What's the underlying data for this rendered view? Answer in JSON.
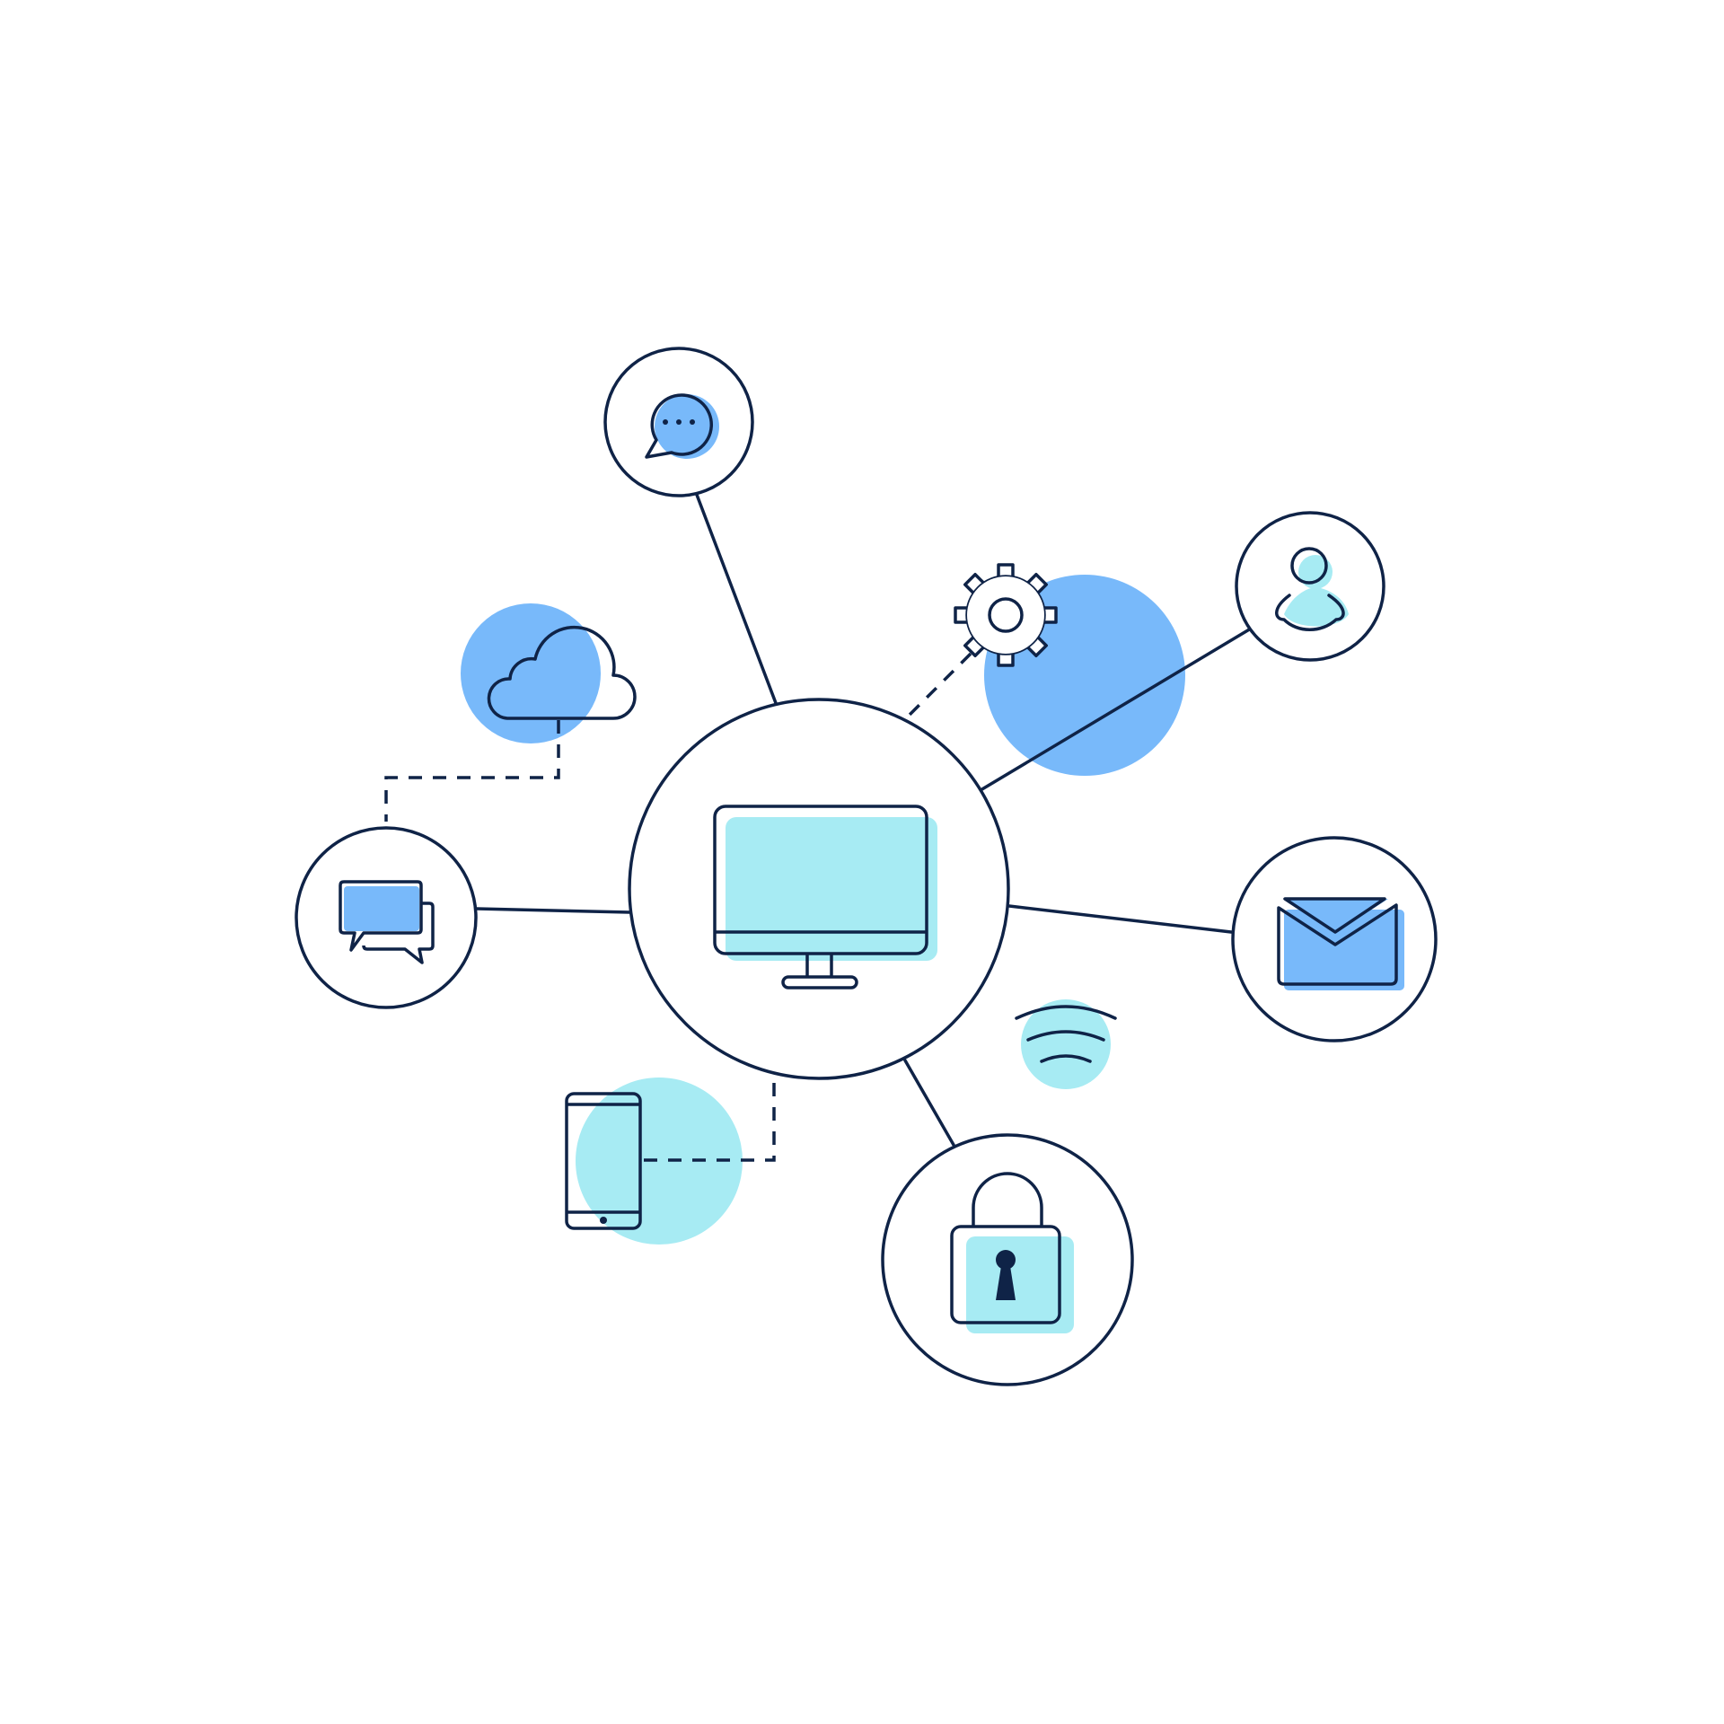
{
  "colors": {
    "background": "#ffffff",
    "stroke": "#0f2347",
    "accent_blue": "#78b9fa",
    "accent_cyan": "#a7ebf3",
    "node_fill": "#ffffff"
  },
  "hub": {
    "icon": "monitor-icon"
  },
  "nodes": [
    {
      "id": "chat",
      "icon": "chat-bubble-icon",
      "link": "solid"
    },
    {
      "id": "user",
      "icon": "user-icon",
      "link": "solid"
    },
    {
      "id": "mail",
      "icon": "envelope-icon",
      "link": "solid"
    },
    {
      "id": "lock",
      "icon": "padlock-icon",
      "link": "solid"
    },
    {
      "id": "messages",
      "icon": "message-bubbles-icon",
      "link": "solid"
    }
  ],
  "floating_items": [
    {
      "id": "cloud",
      "icon": "cloud-icon",
      "link": "dashed"
    },
    {
      "id": "settings",
      "icon": "gear-icon",
      "link": "dashed"
    },
    {
      "id": "phone",
      "icon": "smartphone-icon",
      "link": "dashed"
    },
    {
      "id": "wifi",
      "icon": "wifi-icon",
      "link": "none"
    }
  ],
  "decorative_blobs": [
    {
      "id": "blob-cloud",
      "tone": "accent_blue"
    },
    {
      "id": "blob-settings",
      "tone": "accent_blue"
    },
    {
      "id": "blob-phone",
      "tone": "accent_cyan"
    },
    {
      "id": "blob-wifi",
      "tone": "accent_cyan"
    }
  ]
}
